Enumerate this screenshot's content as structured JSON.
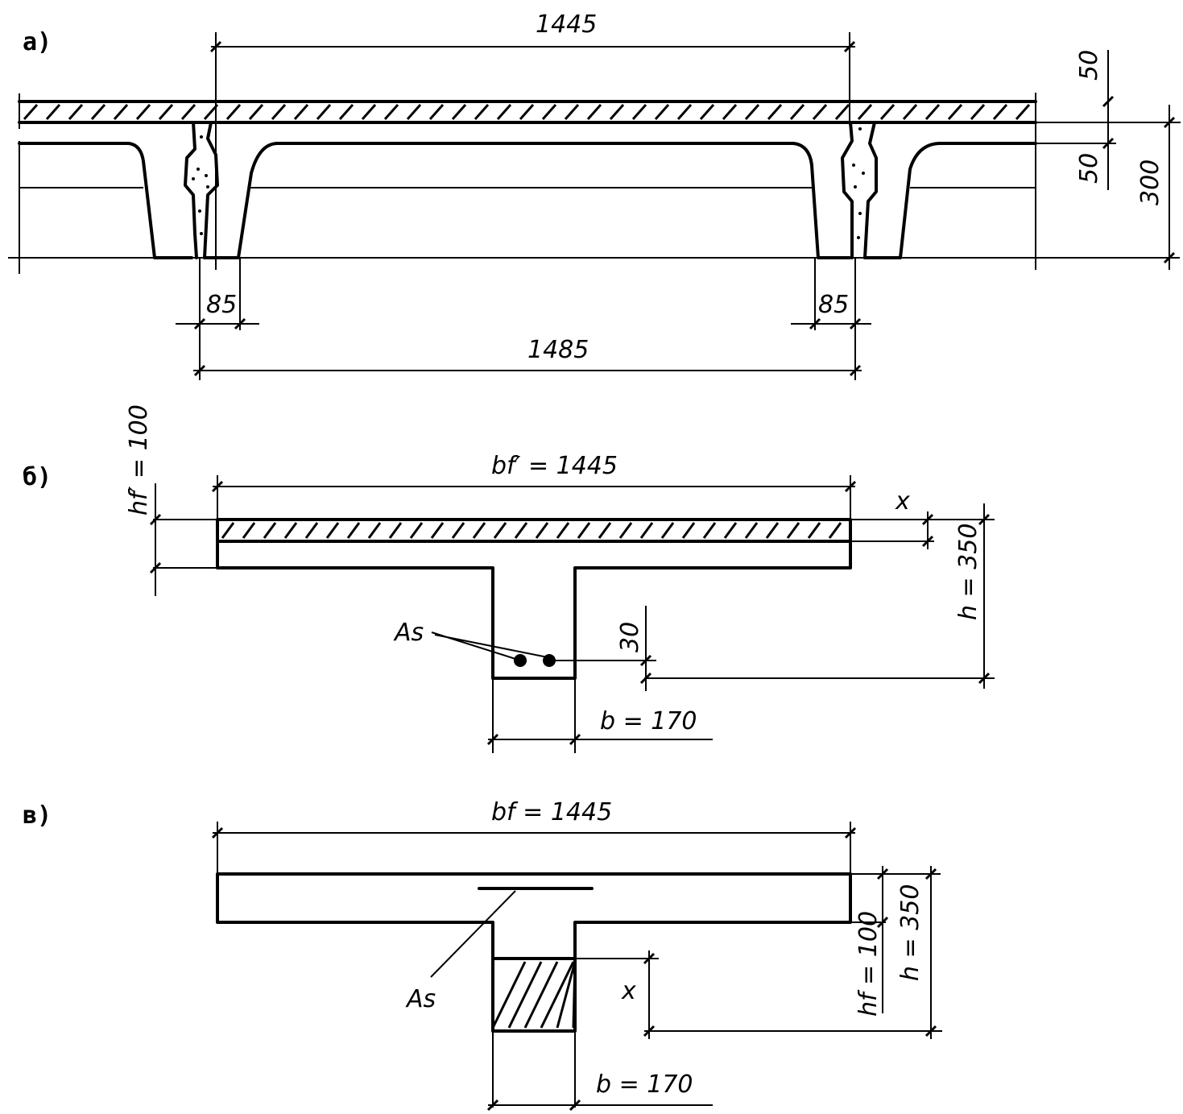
{
  "figure": {
    "panels": [
      {
        "id": "a",
        "label": "а)",
        "description": "cross-section of adjacent ribbed floor panels with topping layer and grouted joint",
        "dimensions": {
          "top_width": "1445",
          "bottom_width": "1485",
          "rib_left": "85",
          "rib_right": "85",
          "topping": "50",
          "flange": "50",
          "height": "300"
        }
      },
      {
        "id": "b",
        "label": "б)",
        "description": "design T-section, neutral axis in flange",
        "dimensions": {
          "flange_width": "bf′ = 1445",
          "flange_height": "hf′ = 100",
          "height": "h = 350",
          "web_width": "b = 170",
          "cover": "30",
          "compression_zone": "x",
          "reinforcement": "As"
        }
      },
      {
        "id": "c",
        "label": "в)",
        "description": "inverted T-section, compression zone in web",
        "dimensions": {
          "flange_width": "bf = 1445",
          "flange_height": "hf = 100",
          "height": "h = 350",
          "web_width": "b = 170",
          "compression_zone": "x",
          "reinforcement": "As"
        }
      }
    ]
  },
  "colors": {
    "ink": "#000000",
    "paper": "#ffffff"
  }
}
